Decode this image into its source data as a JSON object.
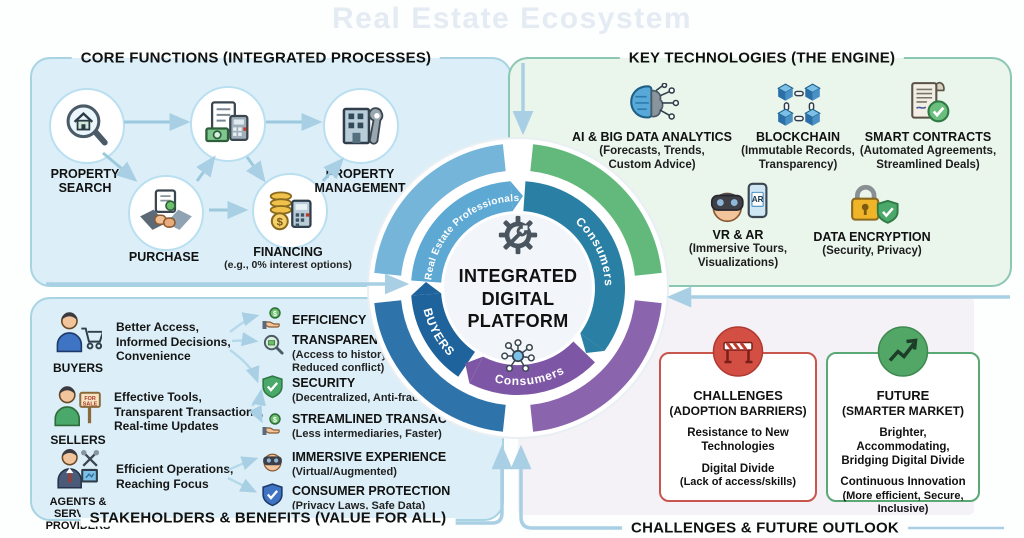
{
  "title": "Real Estate Ecosystem",
  "colors": {
    "panel_blue_bg": "#dceff8",
    "panel_blue_border": "#a7d3e3",
    "panel_green_bg": "#eaf5ec",
    "panel_green_border": "#8cc7b4",
    "panel_purple_bg": "#f4f1f7",
    "arrow_blue": "#a9cfe4",
    "ring_outer_top_left": "#76b5da",
    "ring_outer_top_right": "#63b87c",
    "ring_outer_bottom_right": "#8a64ad",
    "ring_outer_bottom_left": "#2e74ab",
    "ring_inner_top_left": "#5ea8d4",
    "ring_inner_top_right": "#2980a4",
    "ring_inner_bottom_right": "#7d57a5",
    "ring_inner_bottom_left": "#1e639c",
    "challenge_red": "#d34f44",
    "future_green": "#53a766"
  },
  "core": {
    "header": "CORE FUNCTIONS (INTEGRATED PROCESSES)",
    "search_label": "PROPERTY SEARCH",
    "purchase_label": "PURCHASE",
    "financing_label": "FINANCING",
    "financing_sub": "(e.g., 0% interest options)",
    "management_label": "PROPERTY MANAGEMENT"
  },
  "tech": {
    "header": "KEY TECHNOLOGIES (THE ENGINE)",
    "items": [
      {
        "name": "AI & BIG DATA ANALYTICS",
        "sub": "(Forecasts, Trends, Custom Advice)"
      },
      {
        "name": "BLOCKCHAIN",
        "sub": "(Immutable Records, Transparency)"
      },
      {
        "name": "SMART CONTRACTS",
        "sub": "(Automated Agreements, Streamlined Deals)"
      },
      {
        "name": "VR & AR",
        "sub": "(Immersive Tours, Visualizations)"
      },
      {
        "name": "DATA ENCRYPTION",
        "sub": "(Security, Privacy)"
      }
    ]
  },
  "stakeholders": {
    "footer": "STAKEHOLDERS & BENEFITS (VALUE FOR ALL)",
    "groups": [
      {
        "label": "BUYERS",
        "desc": "Better Access, Informed Decisions, Convenience"
      },
      {
        "label": "SELLERS",
        "desc": "Effective Tools, Transparent Transactions, Real-time Updates",
        "sign_line1": "FOR",
        "sign_line2": "SALE"
      },
      {
        "label": "AGENTS & SERVICE PROVIDERS",
        "desc": "Efficient Operations, Reaching Focus"
      }
    ],
    "benefits": [
      {
        "name": "EFFICIENCY",
        "sub": ""
      },
      {
        "name": "TRANSPARENCY",
        "sub": "(Access to history, Reduced conflict)"
      },
      {
        "name": "SECURITY",
        "sub": "(Decentralized, Anti-fraud)"
      },
      {
        "name": "STREAMLINED TRANSACTIONS",
        "sub": "(Less intermediaries, Faster)"
      },
      {
        "name": "IMMERSIVE EXPERIENCE",
        "sub": "(Virtual/Augmented)"
      },
      {
        "name": "CONSUMER PROTECTION",
        "sub": "(Privacy Laws, Safe Data)"
      }
    ]
  },
  "outlook": {
    "footer": "CHALLENGES & FUTURE OUTLOOK",
    "challenges": {
      "title": "CHALLENGES",
      "subtitle": "(ADOPTION BARRIERS)",
      "point1": "Resistance to New Technologies",
      "point2": "Digital Divide",
      "point2_sub": "(Lack of access/skills)"
    },
    "future": {
      "title": "FUTURE",
      "subtitle": "(SMARTER MARKET)",
      "point1": "Brighter, Accommodating, Bridging Digital Divide",
      "point2": "Continuous Innovation",
      "point2_sub": "(More efficient, Secure, Inclusive)"
    }
  },
  "center": {
    "platform_title": "INTEGRATED DIGITAL PLATFORM",
    "ring": {
      "top_left": "Real Estate Professionals",
      "top_right": "Consumers",
      "bottom_right": "Consumers",
      "bottom_left": "BUYERS"
    },
    "ar_label": "AR"
  }
}
